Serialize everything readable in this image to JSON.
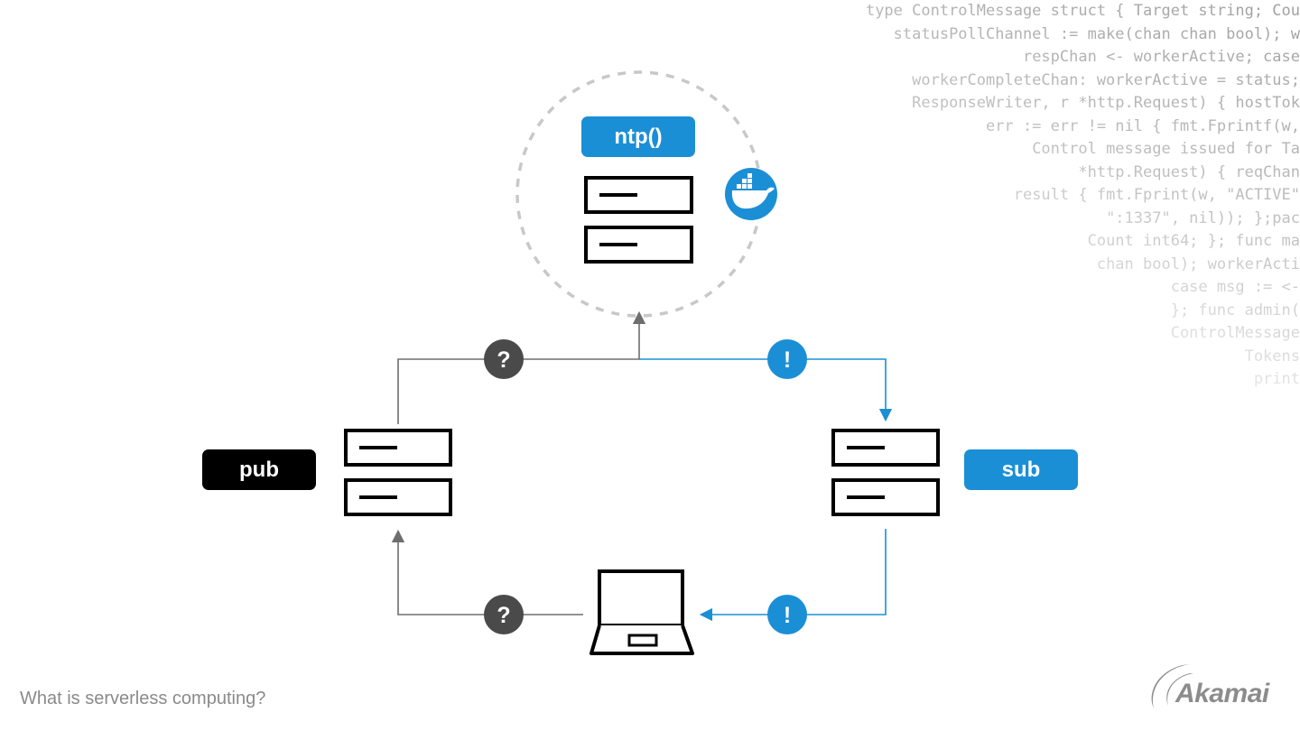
{
  "code_lines": [
    "type ControlMessage struct { Target string; Cou",
    "statusPollChannel := make(chan chan bool); w",
    "respChan <- workerActive; case",
    "workerCompleteChan: workerActive = status;",
    "ResponseWriter, r *http.Request) { hostTok",
    "err := err != nil { fmt.Fprintf(w,",
    "Control message issued for Ta",
    "*http.Request) { reqChan",
    "result { fmt.Fprint(w, \"ACTIVE\"",
    "\":1337\", nil)); };pac",
    "Count int64; }; func ma",
    "chan bool); workerActi",
    "case msg := <-",
    "}; func admin(",
    "ControlMessage",
    "Tokens",
    "print",
    ""
  ],
  "diagram": {
    "function_label": "ntp()",
    "publisher_label": "pub",
    "subscriber_label": "sub",
    "question_symbol": "?",
    "notify_symbol": "!",
    "container_icon": "docker-whale-icon",
    "client_icon": "laptop-icon",
    "server_icon": "server-rack-icon"
  },
  "colors": {
    "accent_blue": "#1b8fd6",
    "question_gray": "#4a4a4a",
    "line_gray": "#6e6e6e",
    "black": "#000000",
    "dashed_circle": "#c8c8c8"
  },
  "footer": {
    "caption": "What is serverless computing?",
    "brand": "Akamai"
  }
}
